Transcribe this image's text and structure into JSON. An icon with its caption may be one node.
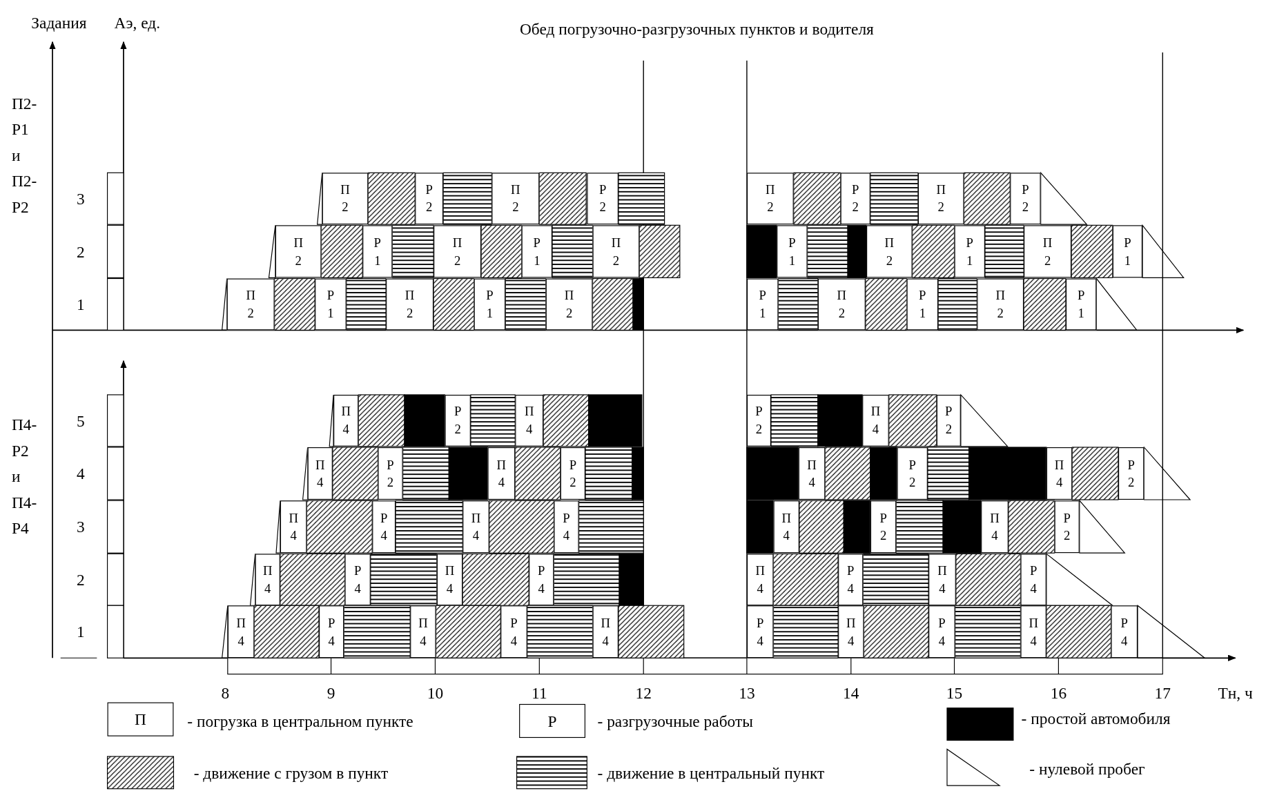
{
  "diagram": {
    "nodes": [
      {
        "text": [
          "П 2"
        ]
      },
      {
        "text": [
          "Р 2"
        ]
      },
      {
        "text": [
          "П 2"
        ]
      },
      {
        "text": [
          "Р 2"
        ]
      },
      {
        "text": [
          "П 2"
        ]
      },
      {
        "text": [
          "Р 2"
        ]
      },
      {
        "text": [
          "П 2"
        ]
      },
      {
        "text": [
          "Р 2"
        ]
      },
      {
        "text": [
          "П 2"
        ]
      },
      {
        "text": [
          "Р 1"
        ]
      },
      {
        "text": [
          "П 2"
        ]
      },
      {
        "text": [
          "Р 1"
        ]
      },
      {
        "text": [
          "П 2"
        ]
      },
      {
        "text": [
          "Р 1"
        ]
      },
      {
        "text": [
          "П 2"
        ]
      },
      {
        "text": [
          "Р 1"
        ]
      },
      {
        "text": [
          "П 2"
        ]
      },
      {
        "text": [
          "Р 1"
        ]
      },
      {
        "text": [
          "П 2"
        ]
      },
      {
        "text": [
          "Р 1"
        ]
      },
      {
        "text": [
          "П 2"
        ]
      },
      {
        "text": [
          "Р 1"
        ]
      },
      {
        "text": [
          "П 2"
        ]
      },
      {
        "text": [
          "Р 1"
        ]
      },
      {
        "text": [
          "П 2"
        ]
      },
      {
        "text": [
          "Р 1"
        ]
      },
      {
        "text": [
          "П 2"
        ]
      },
      {
        "text": [
          "Р 1"
        ]
      },
      {
        "text": [
          "П 4"
        ]
      },
      {
        "text": [
          "Р 2"
        ]
      },
      {
        "text": [
          "П 4"
        ]
      },
      {
        "text": [
          "Р 2"
        ]
      },
      {
        "text": [
          "П 4"
        ]
      },
      {
        "text": [
          "Р 2"
        ]
      },
      {
        "text": [
          "П 4"
        ]
      },
      {
        "text": [
          "Р 2"
        ]
      },
      {
        "text": [
          "П 4"
        ]
      },
      {
        "text": [
          "Р 2"
        ]
      },
      {
        "text": [
          "П 4"
        ]
      },
      {
        "text": [
          "Р 2"
        ]
      },
      {
        "text": [
          "П 4"
        ]
      },
      {
        "text": [
          "Р 2"
        ]
      },
      {
        "text": [
          "П 4"
        ]
      },
      {
        "text": [
          "Р 4"
        ]
      },
      {
        "text": [
          "П 4"
        ]
      },
      {
        "text": [
          "Р 4"
        ]
      },
      {
        "text": [
          "П 4"
        ]
      },
      {
        "text": [
          "Р 2"
        ]
      },
      {
        "text": [
          "П 4"
        ]
      },
      {
        "text": [
          "Р 2"
        ]
      },
      {
        "text": [
          "П 4"
        ]
      },
      {
        "text": [
          "Р 4"
        ]
      },
      {
        "text": [
          "П 4"
        ]
      },
      {
        "text": [
          "Р 4"
        ]
      },
      {
        "text": [
          "П 4"
        ]
      },
      {
        "text": [
          "Р 4"
        ]
      },
      {
        "text": [
          "П 4"
        ]
      },
      {
        "text": [
          "Р 4"
        ]
      },
      {
        "text": [
          "П 4"
        ]
      },
      {
        "text": [
          "Р 4"
        ]
      },
      {
        "text": [
          "П 4"
        ]
      },
      {
        "text": [
          "Р 4"
        ]
      },
      {
        "text": [
          "П 4"
        ]
      },
      {
        "text": [
          "Р 4"
        ]
      },
      {
        "text": [
          "П 4"
        ]
      },
      {
        "text": [
          "Р 4"
        ]
      },
      {
        "text": [
          "П 4"
        ]
      },
      {
        "text": [
          "Р 4"
        ]
      }
    ],
    "labels": [
      "Задания",
      "Аэ, ед.",
      "Обед погрузочно-разгрузочных пунктов и водителя",
      "П2- Р1 и П2- Р2",
      "3",
      "2",
      "1",
      "П4- Р2 и П4- Р4",
      "5",
      "4",
      "3",
      "2",
      "1",
      "8",
      "9",
      "10",
      "11",
      "12",
      "13",
      "14",
      "15",
      "16",
      "17",
      "Тн, ч",
      "П",
      "Р"
    ],
    "legend": [
      {
        "text": "- погрузка в центральном пункте"
      },
      {
        "text": "- разгрузочные работы"
      },
      {
        "text": "- простой автомобиля",
        "color": "#000000"
      },
      {
        "text": "- движение с грузом в пункт"
      },
      {
        "text": "- движение в центральный пункт"
      },
      {
        "text": "- нулевой пробег"
      }
    ]
  }
}
